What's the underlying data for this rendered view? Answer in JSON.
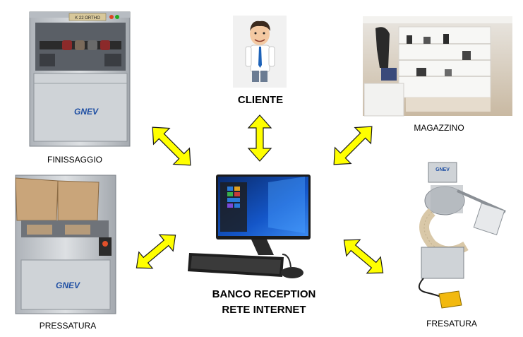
{
  "labels": {
    "cliente": "CLIENTE",
    "magazzino": "MAGAZZINO",
    "finissaggio": "FINISSAGGIO",
    "pressatura": "PRESSATURA",
    "fresatura": "FRESATURA",
    "center_line1": "BANCO RECEPTION",
    "center_line2": "RETE INTERNET"
  },
  "brand": {
    "finissaggio_panel": "K 22 ORTHO",
    "logo_1": "GNEV",
    "logo_2": "GNEV",
    "logo_3": "GNEV"
  },
  "colors": {
    "arrow_fill": "#ffff00",
    "arrow_stroke": "#1a1a1a",
    "machine_body": "#c9cdd2",
    "brand_blue": "#1f4fa3"
  }
}
